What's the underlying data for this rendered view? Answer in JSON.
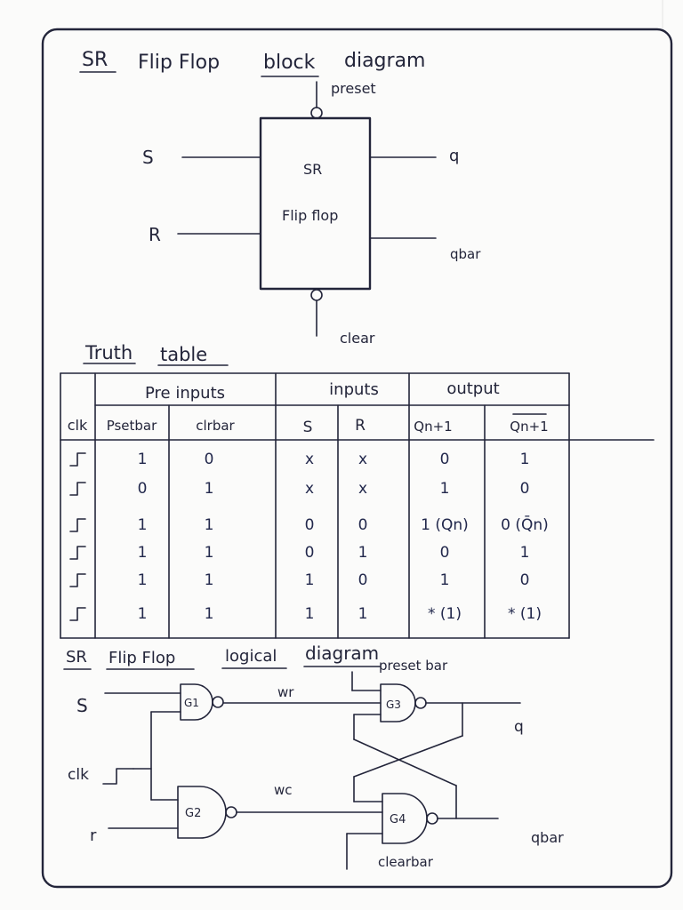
{
  "block_diagram": {
    "title": {
      "w1": "SR",
      "w2": "Flip Flop",
      "w3": "block",
      "w4": "diagram"
    },
    "preset_label": "preset",
    "block_text_1": "SR",
    "block_text_2": "Flip flop",
    "input_s": "S",
    "input_r": "R",
    "output_q": "q",
    "output_qbar": "qbar",
    "clear_label": "clear"
  },
  "truth_table": {
    "title": {
      "w1": "Truth",
      "w2": "table"
    },
    "group_headers": {
      "pre_inputs": "Pre inputs",
      "inputs": "inputs",
      "output": "output"
    },
    "columns": [
      "clk",
      "Psetbar",
      "clrbar",
      "S",
      "R",
      "Qn+1",
      "Qn+1"
    ],
    "clk_icon": "rising-edge-icon",
    "rows": [
      [
        "1",
        "0",
        "x",
        "x",
        "0",
        "1"
      ],
      [
        "0",
        "1",
        "x",
        "x",
        "1",
        "0"
      ],
      [
        "1",
        "1",
        "0",
        "0",
        "1 (Qn)",
        "0 (Q̄n)"
      ],
      [
        "1",
        "1",
        "0",
        "1",
        "0",
        "1"
      ],
      [
        "1",
        "1",
        "1",
        "0",
        "1",
        "0"
      ],
      [
        "1",
        "1",
        "1",
        "1",
        "* (1)",
        "* (1)"
      ]
    ]
  },
  "logic_diagram": {
    "title": {
      "w1": "SR",
      "w2": "Flip Flop",
      "w3": "logical",
      "w4": "diagram"
    },
    "preset_bar_label": "preset bar",
    "input_s": "S",
    "input_clk": "clk",
    "input_r": "r",
    "gates": [
      "G1",
      "G2",
      "G3",
      "G4"
    ],
    "wire_g1": "wr",
    "wire_g2": "wc",
    "output_q": "q",
    "output_qbar": "qbar",
    "clear_bar_label": "clearbar"
  },
  "ink_color": "#23253a"
}
